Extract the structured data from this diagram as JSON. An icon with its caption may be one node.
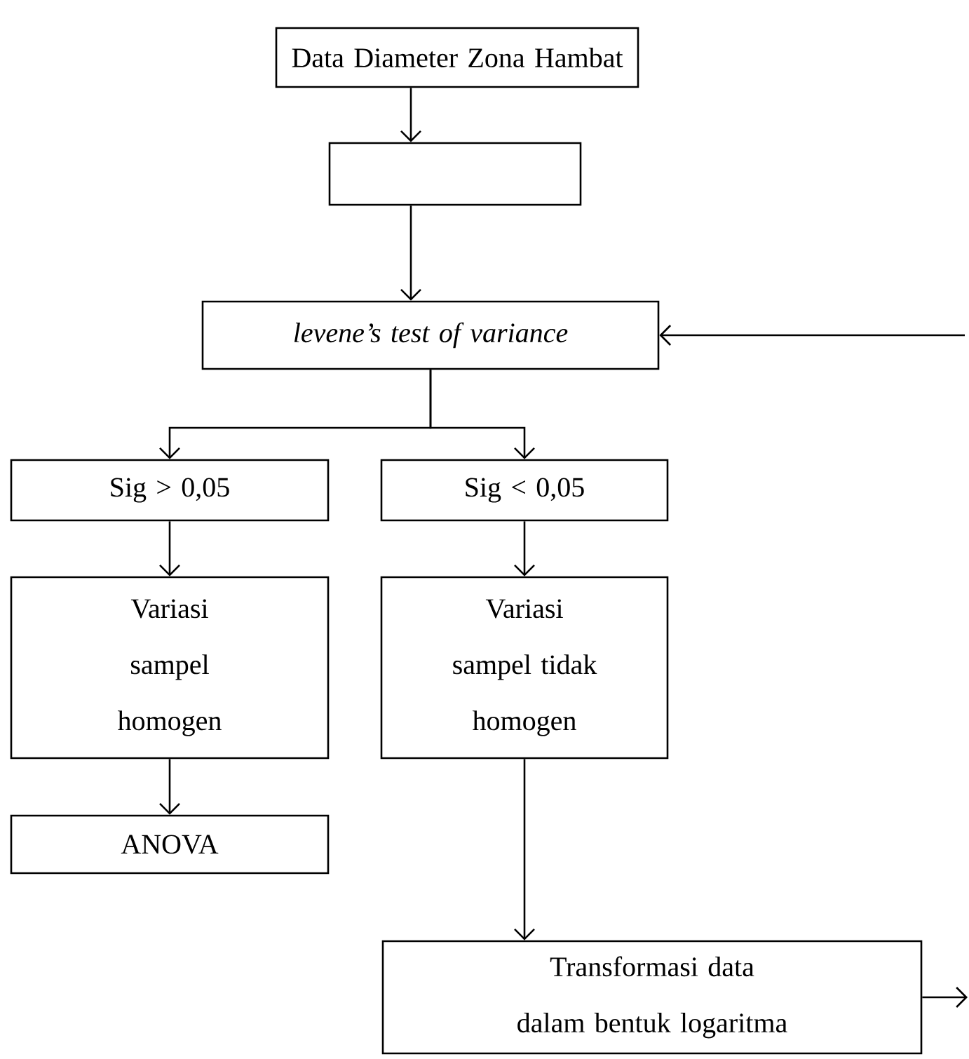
{
  "diagram": {
    "nodes": [
      {
        "text": [
          "Data Diameter Zona Hambat"
        ]
      },
      {
        "text": [],
        "shape": "box"
      },
      {
        "text": [
          "levene’s test of variance"
        ]
      },
      {
        "text": [
          "Sig > 0,05"
        ]
      },
      {
        "text": [
          "Sig < 0,05"
        ]
      },
      {
        "text": [
          "Variasi sampel homogen"
        ]
      },
      {
        "text": [
          "Variasi sampel tidak homogen"
        ]
      },
      {
        "text": [
          "ANOVA"
        ]
      },
      {
        "text": [
          "Transformasi data dalam bentuk logaritma"
        ]
      }
    ],
    "edges": [
      {
        "from": 0,
        "to": 1,
        "arrow": "to"
      },
      {
        "from": 1,
        "to": 2,
        "arrow": "to"
      },
      {
        "from": 2,
        "to": 3,
        "arrow": "to"
      },
      {
        "from": 2,
        "to": 4,
        "arrow": "to"
      },
      {
        "from": 3,
        "to": 5,
        "arrow": "to"
      },
      {
        "from": 4,
        "to": 6,
        "arrow": "to"
      },
      {
        "from": 5,
        "to": 7,
        "arrow": "to"
      },
      {
        "from": 6,
        "to": 8,
        "arrow": "to"
      },
      {
        "from": 8,
        "to": null,
        "arrow": "to"
      },
      {
        "from": null,
        "to": 2,
        "arrow": "to"
      }
    ]
  }
}
